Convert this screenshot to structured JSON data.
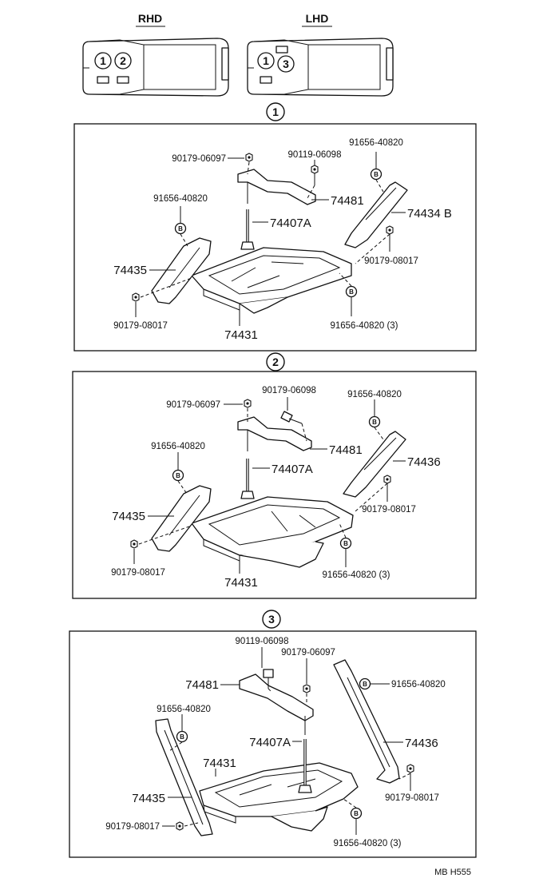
{
  "headers": {
    "rhd": "RHD",
    "lhd": "LHD"
  },
  "variants": {
    "v1": "1",
    "v2": "2",
    "v3": "3"
  },
  "bolt_symbol": "B",
  "reference_code": "MB  H555",
  "sections": [
    {
      "labels": {
        "nut_top": "90179-06097",
        "bolt_top": "90119-06098",
        "bolt_right": "91656-40820",
        "bracket_top": "74481",
        "rod": "74407A",
        "stay_right": "74434 B",
        "bolt_left": "91656-40820",
        "stay_left": "74435",
        "nut_right": "90179-08017",
        "nut_left": "90179-08017",
        "tray": "74431",
        "bolt_bottom": "91656-40820 (3)"
      }
    },
    {
      "labels": {
        "nut_top": "90179-06097",
        "bolt_top": "90179-06098",
        "bolt_right": "91656-40820",
        "bracket_top": "74481",
        "rod": "74407A",
        "stay_right": "74436",
        "bolt_left": "91656-40820",
        "stay_left": "74435",
        "nut_right": "90179-08017",
        "nut_left": "90179-08017",
        "tray": "74431",
        "bolt_bottom": "91656-40820 (3)"
      }
    },
    {
      "labels": {
        "bolt_top": "90119-06098",
        "nut_top": "90179-06097",
        "bracket_top": "74481",
        "bolt_right": "91656-40820",
        "bolt_left": "91656-40820",
        "rod": "74407A",
        "stay_right": "74436",
        "tray": "74431",
        "stay_left": "74435",
        "nut_right": "90179-08017",
        "nut_left": "90179-08017",
        "bolt_bottom": "91656-40820 (3)"
      }
    }
  ]
}
